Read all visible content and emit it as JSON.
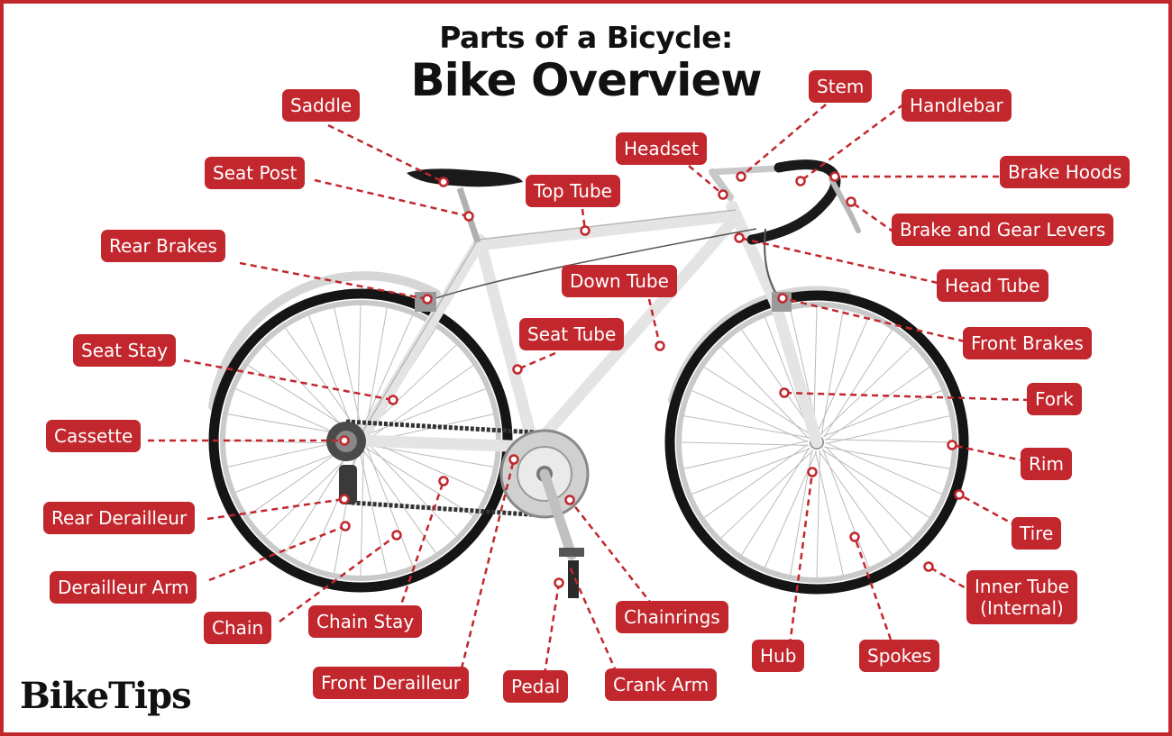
{
  "title_line1": "Parts of a Bicycle:",
  "title_line2": "Bike Overview",
  "logo_text": "BikeTips",
  "colors": {
    "label_bg": "#c1272d",
    "label_text": "#ffffff",
    "leader_line": "#c1272d",
    "frame_border": "#c1272d"
  },
  "labels": {
    "saddle": "Saddle",
    "seat_post": "Seat Post",
    "rear_brakes": "Rear Brakes",
    "seat_stay": "Seat Stay",
    "cassette": "Cassette",
    "rear_derailleur": "Rear Derailleur",
    "derailleur_arm": "Derailleur Arm",
    "chain": "Chain",
    "chain_stay": "Chain Stay",
    "front_derailleur": "Front Derailleur",
    "pedal": "Pedal",
    "crank_arm": "Crank Arm",
    "chainrings": "Chainrings",
    "hub": "Hub",
    "spokes": "Spokes",
    "inner_tube_line1": "Inner Tube",
    "inner_tube_line2": "(Internal)",
    "tire": "Tire",
    "rim": "Rim",
    "fork": "Fork",
    "front_brakes": "Front Brakes",
    "head_tube": "Head Tube",
    "brake_gear_levers": "Brake and Gear Levers",
    "brake_hoods": "Brake Hoods",
    "handlebar": "Handlebar",
    "stem": "Stem",
    "headset": "Headset",
    "top_tube": "Top Tube",
    "down_tube": "Down Tube",
    "seat_tube": "Seat Tube"
  }
}
